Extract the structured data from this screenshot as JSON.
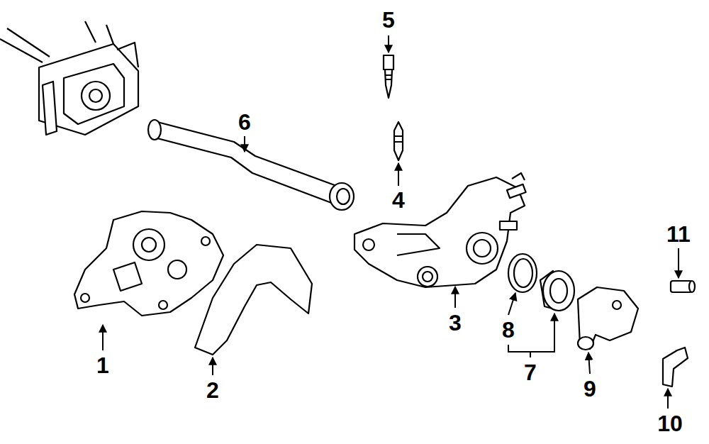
{
  "diagram": {
    "labels": [
      "5",
      "6",
      "4",
      "11",
      "1",
      "2",
      "3",
      "8",
      "7",
      "9",
      "10"
    ]
  }
}
